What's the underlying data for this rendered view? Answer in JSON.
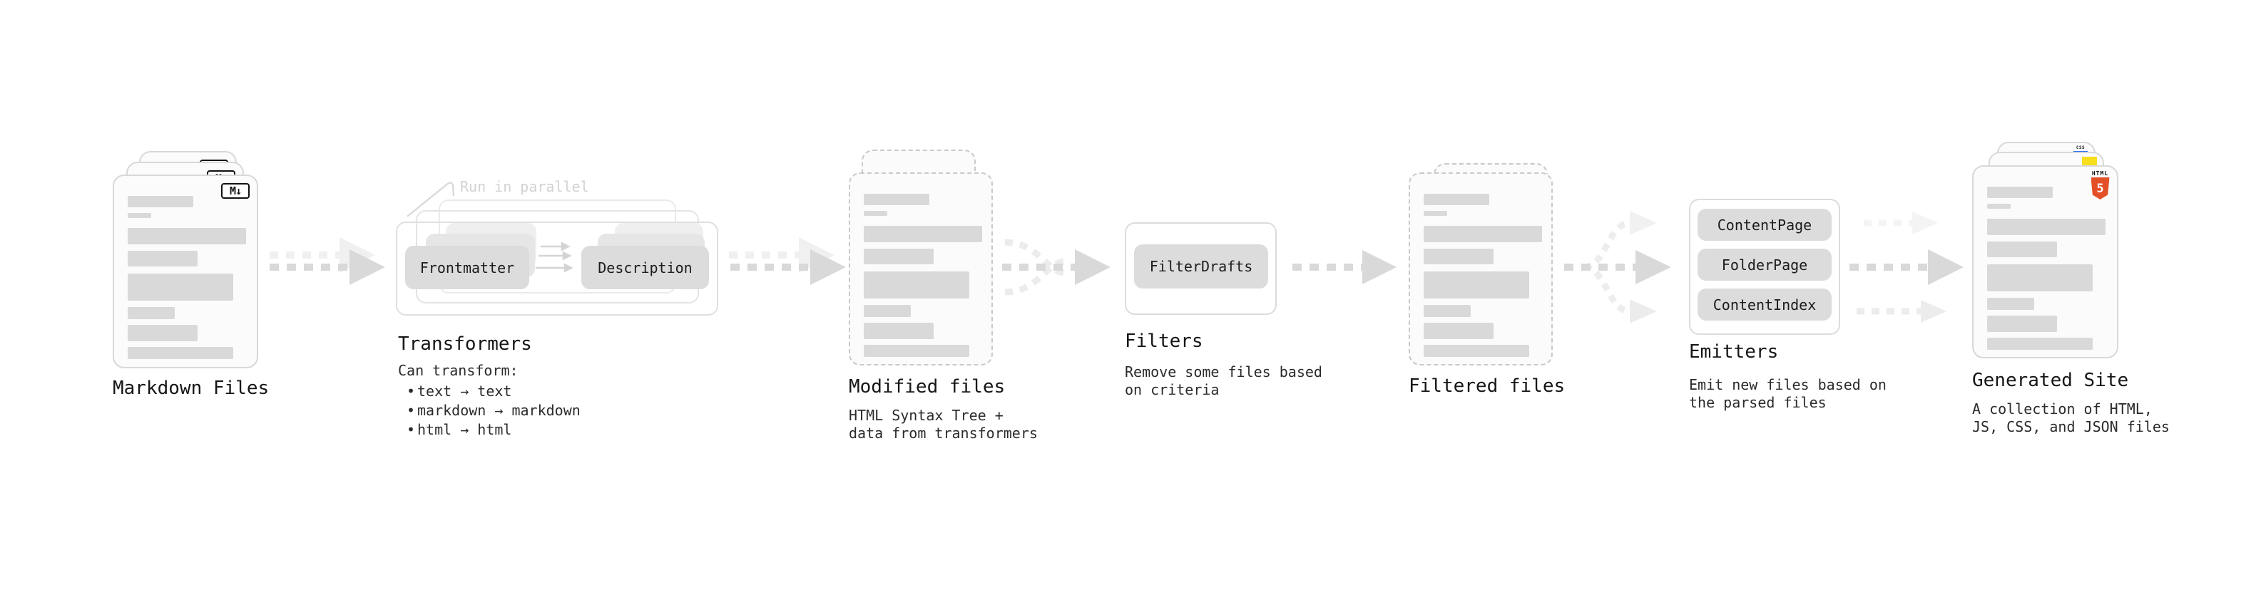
{
  "diagram": {
    "markdown_files": {
      "label": "Markdown Files",
      "badge": "M↓"
    },
    "transformers": {
      "annotation": "Run in parallel",
      "chip_left": "Frontmatter",
      "chip_right": "Description",
      "label": "Transformers",
      "desc_title": "Can transform:",
      "bullet": "•",
      "bullets": [
        "text → text",
        "markdown → markdown",
        "html → html"
      ]
    },
    "modified_files": {
      "label": "Modified files",
      "desc": "HTML Syntax Tree +\ndata from transformers"
    },
    "filters": {
      "chip": "FilterDrafts",
      "label": "Filters",
      "desc": "Remove some files based\non criteria"
    },
    "filtered_files": {
      "label": "Filtered files"
    },
    "emitters": {
      "chips": [
        "ContentPage",
        "FolderPage",
        "ContentIndex"
      ],
      "label": "Emitters",
      "desc": "Emit new files based on\nthe parsed files"
    },
    "generated_site": {
      "label": "Generated Site",
      "desc": "A collection of HTML,\nJS, CSS, and JSON files",
      "html_logo": {
        "wordmark": "HTML",
        "number": "5"
      },
      "css_logo": "CSS"
    }
  },
  "colors": {
    "arrow": "#d9d9d9",
    "arrow_light": "#ededed",
    "html_orange": "#e34f26",
    "js_yellow": "#f7df1e",
    "css_blue": "#2d6ff1"
  }
}
